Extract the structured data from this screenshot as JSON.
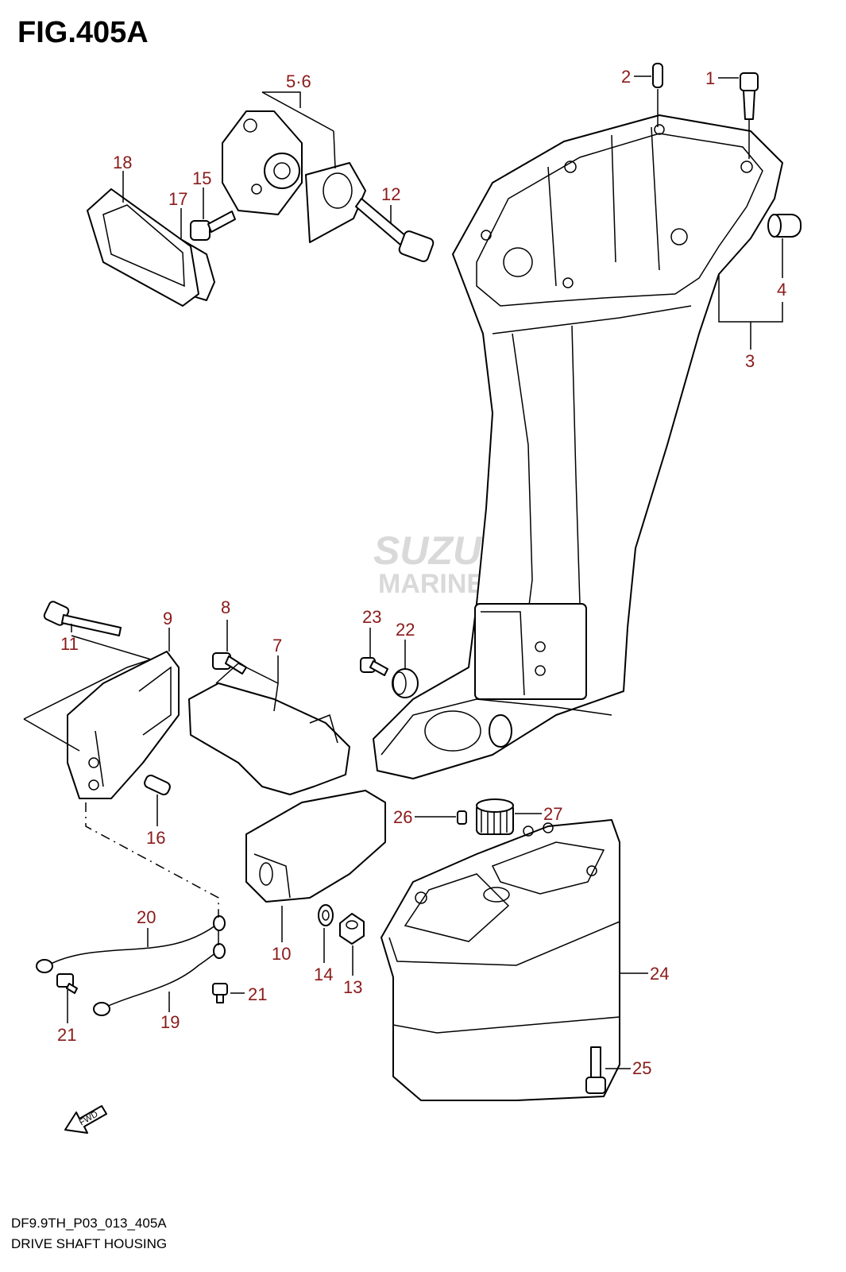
{
  "figure": {
    "title": "FIG.405A"
  },
  "watermark": {
    "line1": "SUZUKI",
    "line2": "MARINE PARTS"
  },
  "footer": {
    "code": "DF9.9TH_P03_013_405A",
    "caption": "DRIVE SHAFT HOUSING"
  },
  "fwd_label": "FWD",
  "callouts": {
    "c1": "1",
    "c2": "2",
    "c3": "3",
    "c4": "4",
    "c5_6": "5·6",
    "c7": "7",
    "c8": "8",
    "c9": "9",
    "c10": "10",
    "c11": "11",
    "c12": "12",
    "c13": "13",
    "c14": "14",
    "c15": "15",
    "c16": "16",
    "c17": "17",
    "c18": "18",
    "c19": "19",
    "c20": "20",
    "c21a": "21",
    "c21b": "21",
    "c22": "22",
    "c23": "23",
    "c24": "24",
    "c25": "25",
    "c26": "26",
    "c27": "27"
  },
  "colors": {
    "callout": "#8b1a1a",
    "line": "#000000",
    "watermark": "#d9d9d9"
  }
}
